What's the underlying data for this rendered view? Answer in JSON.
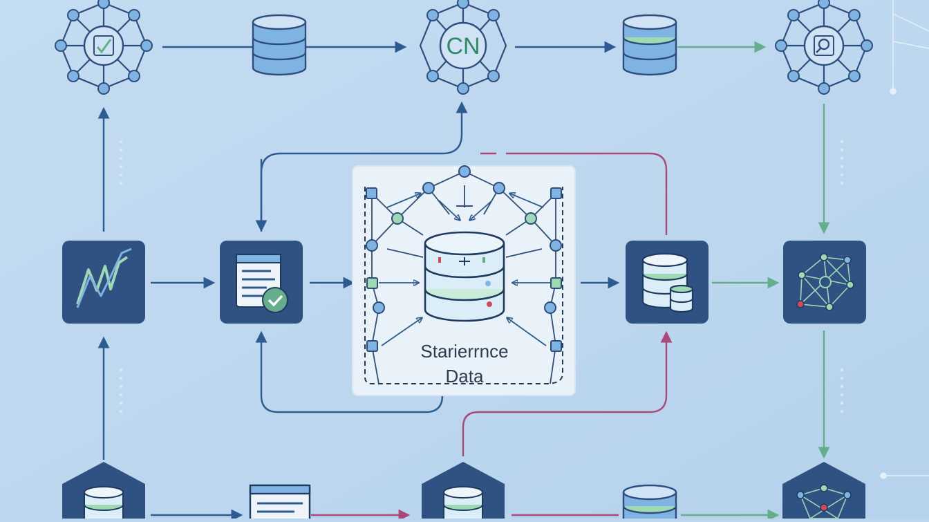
{
  "center_panel": {
    "label_line1": "Starierrnce",
    "label_line2": "Data"
  },
  "top_center_node": {
    "label": "CN"
  },
  "colors": {
    "background": "#bcd6ee",
    "navy_tile": "#2f5282",
    "navy_stroke": "#2e4d7d",
    "arrow_blue": "#2c5b91",
    "arrow_green": "#64ae8c",
    "arrow_magenta": "#a8497a",
    "node_fill": "#7fb4e2",
    "green_fill": "#9fd9b3",
    "panel_fill": "#e9f2f8"
  },
  "icons": [
    "network-node-checkmark-icon",
    "database-icon",
    "network-node-cn-icon",
    "network-node-search-icon",
    "line-chart-icon",
    "checked-document-icon",
    "central-database-icon",
    "database-stack-icon",
    "network-graph-icon",
    "hexagon-database-icon",
    "browser-window-icon"
  ]
}
